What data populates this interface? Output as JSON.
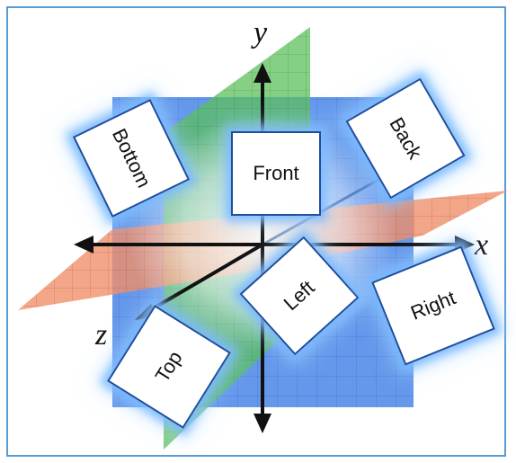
{
  "axes": {
    "x_label": "x",
    "y_label": "y",
    "z_label": "z"
  },
  "faces": {
    "front": "Front",
    "back": "Back",
    "bottom": "Bottom",
    "left": "Left",
    "right": "Right",
    "top": "Top"
  },
  "colors": {
    "border": "#5b9bd5",
    "blue_plane": "#4a86e8",
    "green_plane": "#5cc05c",
    "orange_plane": "#f0906a",
    "card_border": "#1f4e9c",
    "card_glow": "#78b9ff"
  }
}
